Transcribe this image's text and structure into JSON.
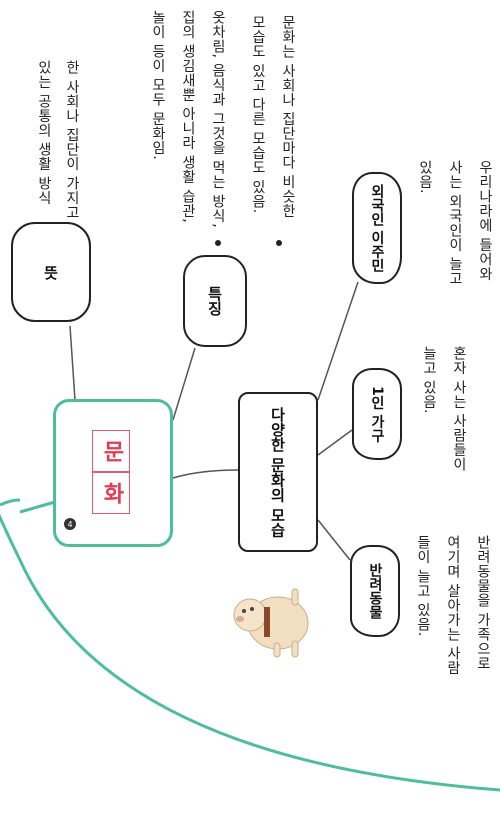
{
  "center": {
    "number": "4",
    "chars": [
      "문",
      "화"
    ]
  },
  "nodes": {
    "meaning": "뜻",
    "feature": "특징",
    "diverse": "다양한 문화의 모습",
    "pet": "반려동물",
    "single": "1인 가구",
    "foreign": "외국인 이주민"
  },
  "texts": {
    "meaning": "한 사회나 집단이 가지고\n있는 공통의 생활 방식",
    "feature_1": "옷차림, 음식과 그것을 먹는 방식,\n집의 생김새뿐 아니라 생활 습관,\n놀이 등이 모두 문화임.",
    "feature_2": "문화는 사회나 집단마다 비슷한\n모습도 있고 다른 모습도 있음.",
    "pet": "반려동물을 가족으로\n여기며 살아가는 사람\n들이 늘고 있음.",
    "single": "혼자 사는 사람들이\n늘고 있음.",
    "foreign": "우리나라에 들어와\n사는 외국인이 늘고\n있음."
  },
  "colors": {
    "accent": "#4cbf98",
    "red": "#e23c52",
    "outline": "#222222"
  },
  "icons": {
    "illustration": "dog-illustration-icon"
  }
}
